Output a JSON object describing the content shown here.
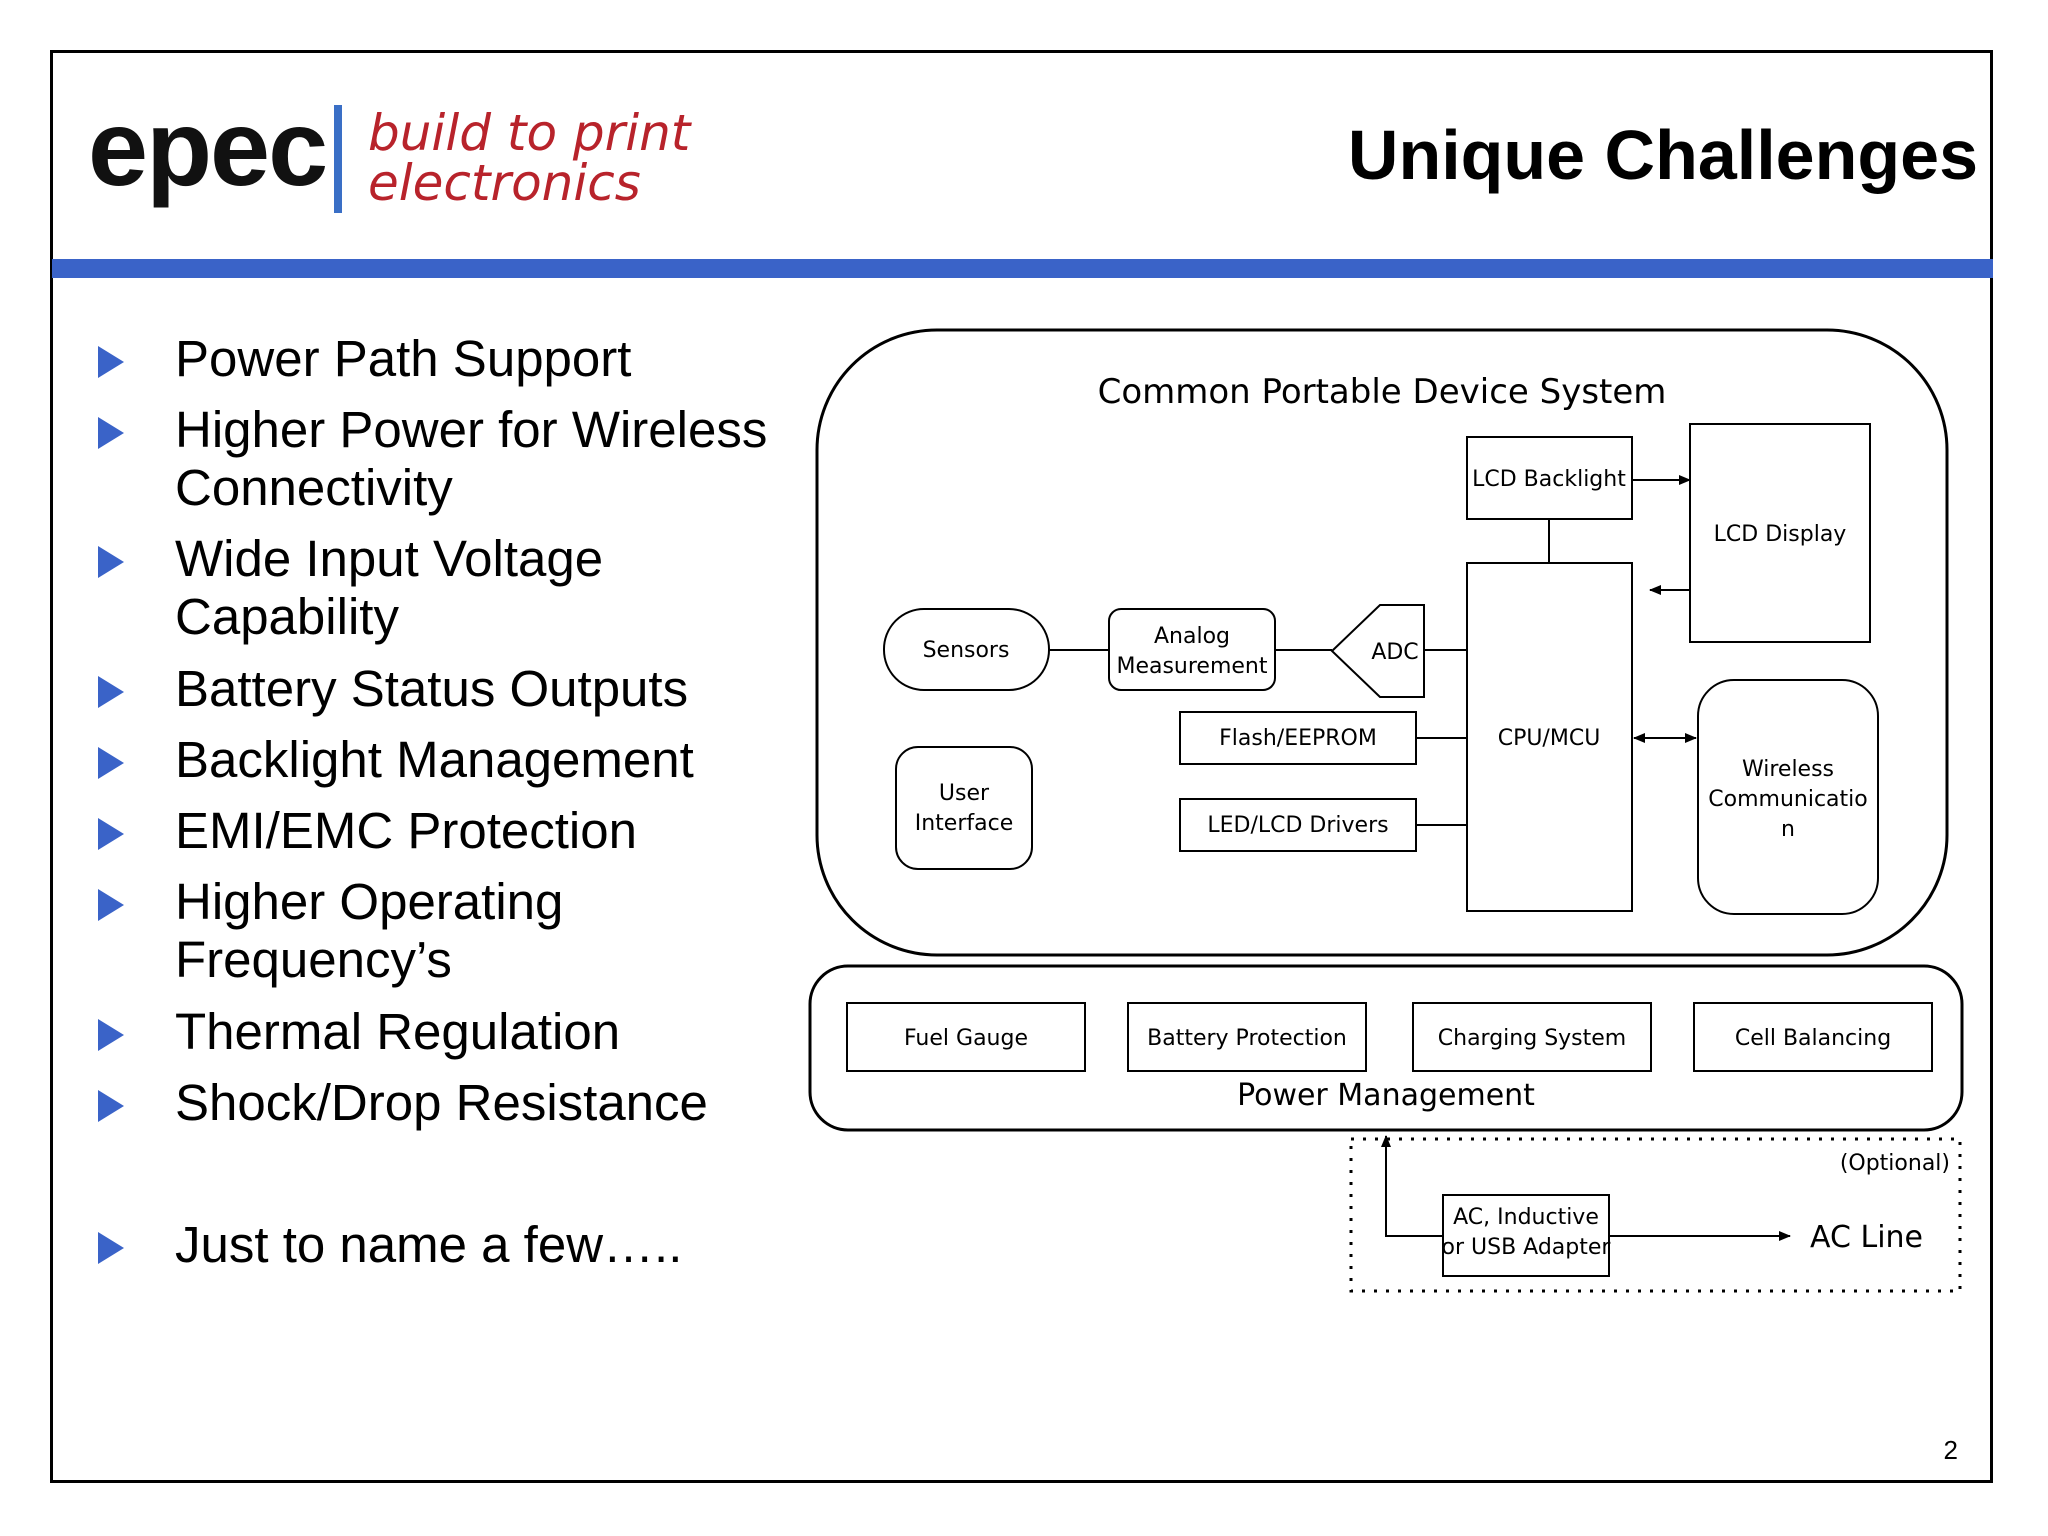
{
  "logo": {
    "word": "epec",
    "tagline_line1": "build to print",
    "tagline_line2": "electronics"
  },
  "slide": {
    "title": "Unique Challenges",
    "page_number": "2"
  },
  "bullets": [
    {
      "text": "Power Path Support"
    },
    {
      "text": "Higher Power for Wireless\nConnectivity"
    },
    {
      "text": "Wide Input Voltage\nCapability"
    },
    {
      "text": "Battery Status Outputs"
    },
    {
      "text": "Backlight Management"
    },
    {
      "text": "EMI/EMC Protection"
    },
    {
      "text": "Higher Operating\nFrequency’s"
    },
    {
      "text": "Thermal Regulation"
    },
    {
      "text": "Shock/Drop Resistance"
    },
    {
      "text": "Just to name a few….."
    }
  ],
  "diagram": {
    "system_title": "Common Portable Device System",
    "sensors": "Sensors",
    "analog_1": "Analog",
    "analog_2": "Measurement",
    "adc": "ADC",
    "lcd_backlight": "LCD Backlight",
    "lcd_display": "LCD Display",
    "cpu": "CPU/MCU",
    "flash": "Flash/EEPROM",
    "led_drivers": "LED/LCD Drivers",
    "user_1": "User",
    "user_2": "Interface",
    "wireless_1": "Wireless",
    "wireless_2": "Communicatio",
    "wireless_3": "n",
    "power_management": "Power Management",
    "fuel_gauge": "Fuel Gauge",
    "battery_protection": "Battery Protection",
    "charging_system": "Charging System",
    "cell_balancing": "Cell Balancing",
    "optional": "(Optional)",
    "adapter_1": "AC, Inductive",
    "adapter_2": "or USB Adapter",
    "ac_line": "AC Line"
  },
  "colors": {
    "accent_blue": "#3a63c8",
    "logo_red": "#b8232b"
  }
}
